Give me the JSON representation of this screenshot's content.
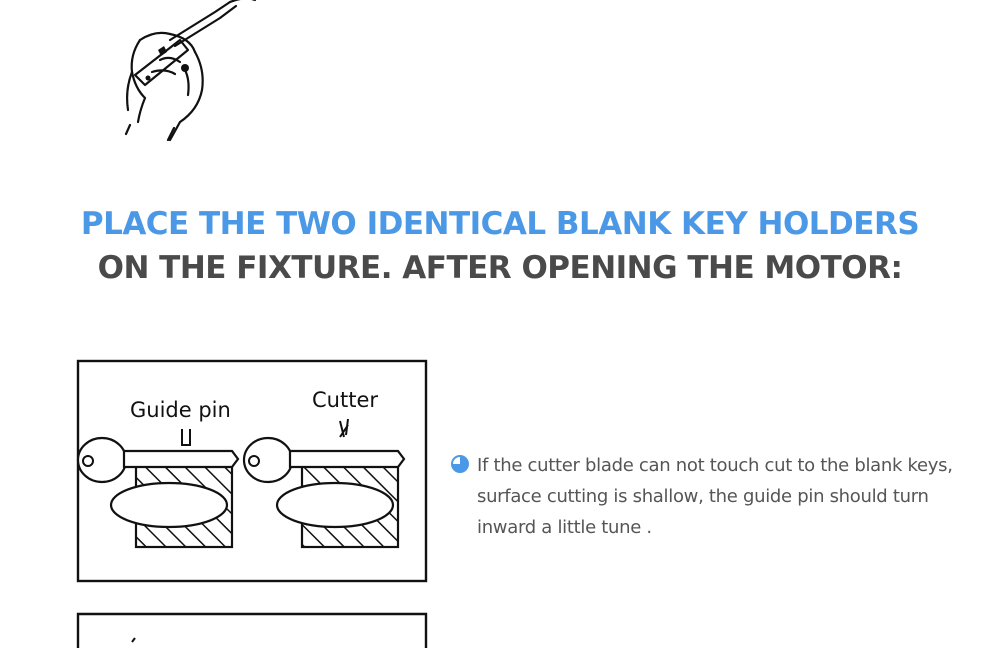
{
  "heading": {
    "line1": "PLACE THE TWO IDENTICAL BLANK KEY HOLDERS",
    "line2": "ON THE FIXTURE. AFTER OPENING THE MOTOR:"
  },
  "diagram": {
    "guide_pin_label": "Guide pin",
    "cutter_label": "Cutter"
  },
  "note": {
    "text": "If the cutter blade can not touch cut to the blank keys, surface cutting is shallow, the guide pin should turn inward a little tune ."
  },
  "colors": {
    "accent": "#4a98e6",
    "heading_dark": "#4a4a4a",
    "body_text": "#555555"
  },
  "icons": {
    "bullet": "pie-quarter-icon",
    "illustration": "hand-holding-screwdriver-icon"
  }
}
